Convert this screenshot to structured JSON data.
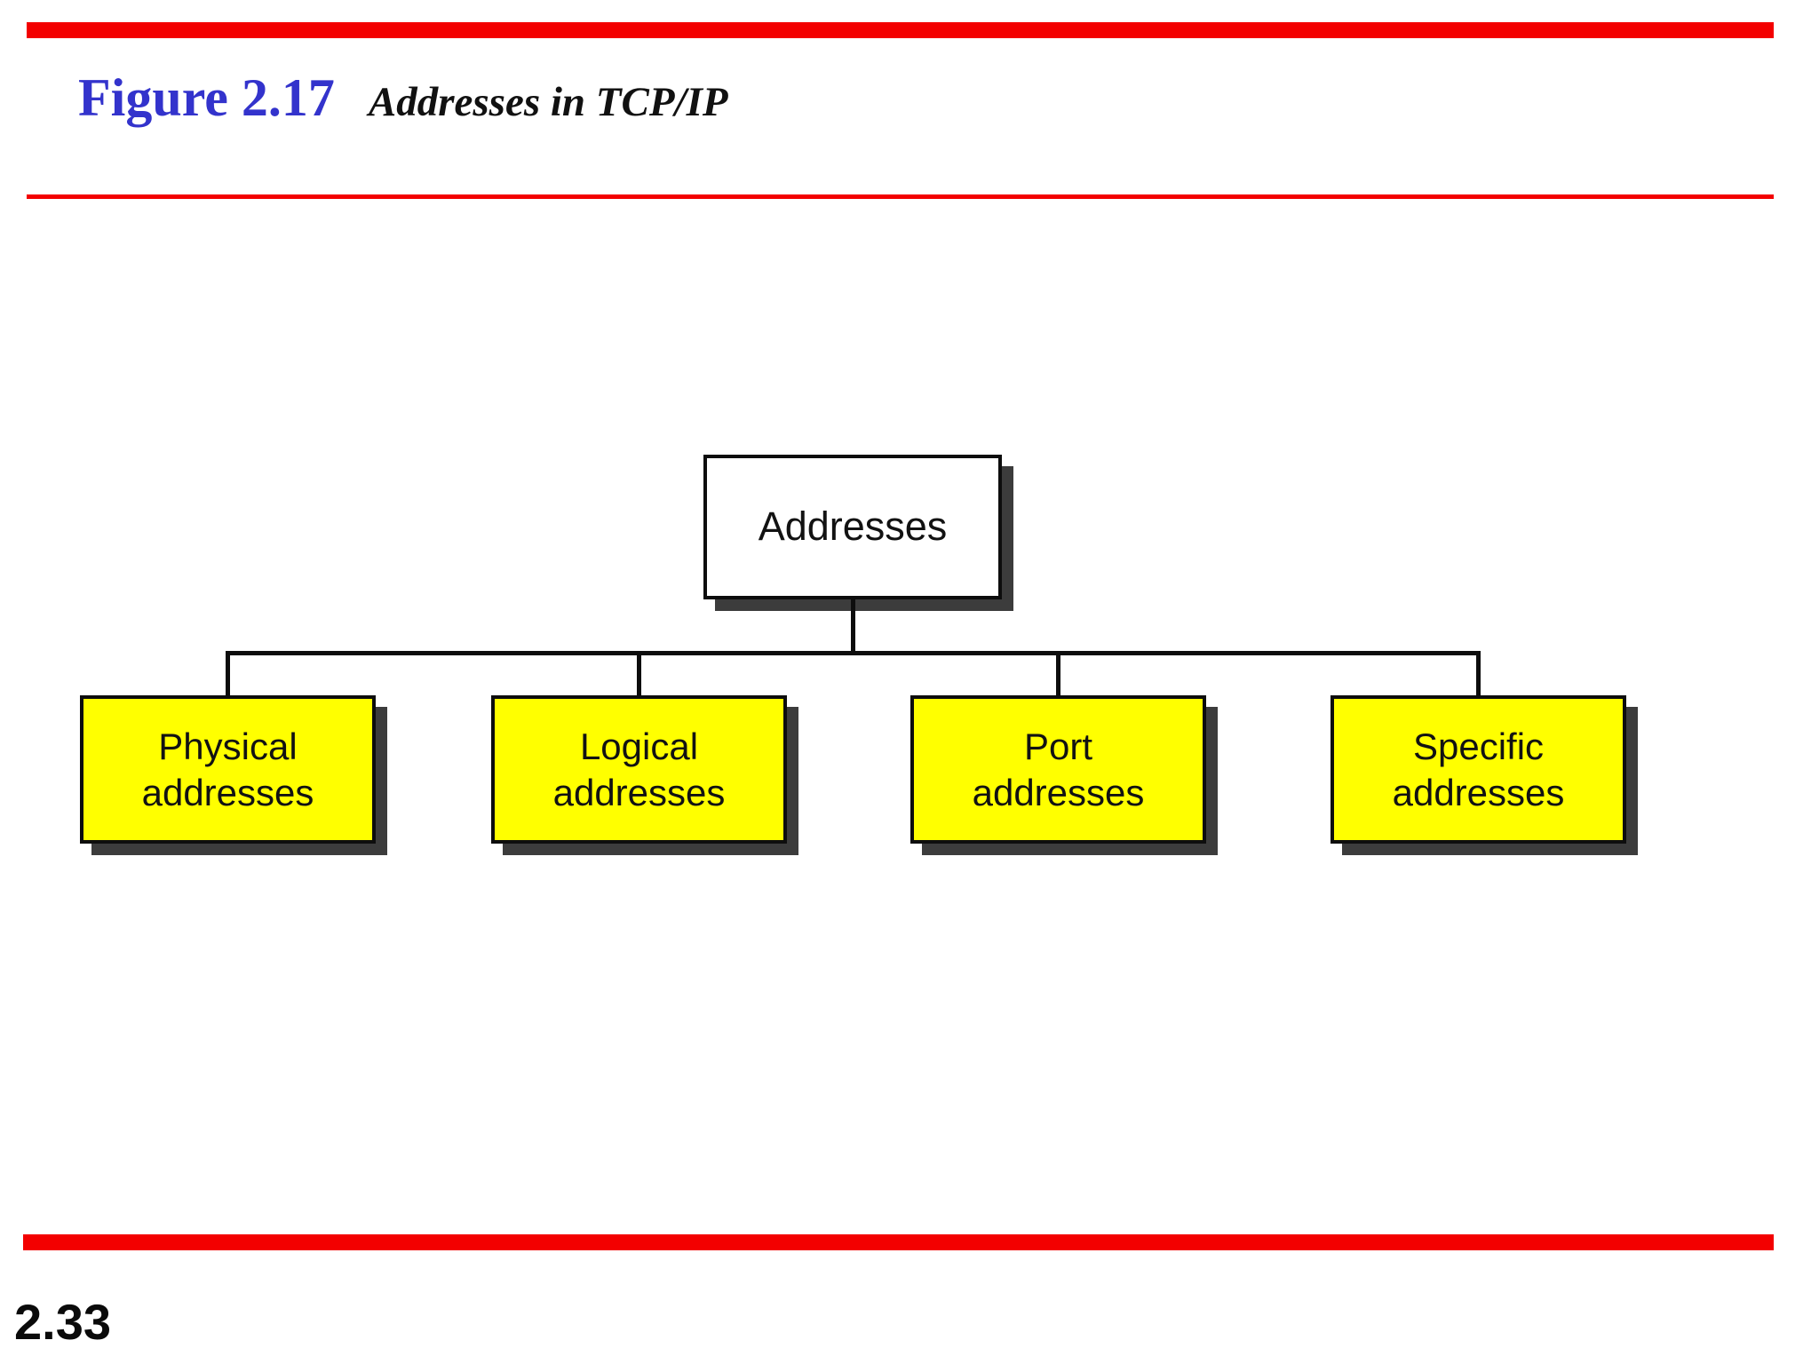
{
  "header": {
    "figure_label": "Figure 2.17",
    "figure_title": "Addresses in TCP/IP"
  },
  "diagram": {
    "root": {
      "label": "Addresses"
    },
    "children": [
      {
        "line1": "Physical",
        "line2": "addresses"
      },
      {
        "line1": "Logical",
        "line2": "addresses"
      },
      {
        "line1": "Port",
        "line2": "addresses"
      },
      {
        "line1": "Specific",
        "line2": "addresses"
      }
    ]
  },
  "footer": {
    "page_number": "2.33"
  },
  "colors": {
    "accent_red": "#f30000",
    "title_blue": "#3333cc",
    "node_fill_yellow": "#ffff00",
    "root_fill_white": "#ffffff",
    "shadow_gray": "#3c3c3c",
    "connector_black": "#0d0d0d"
  }
}
